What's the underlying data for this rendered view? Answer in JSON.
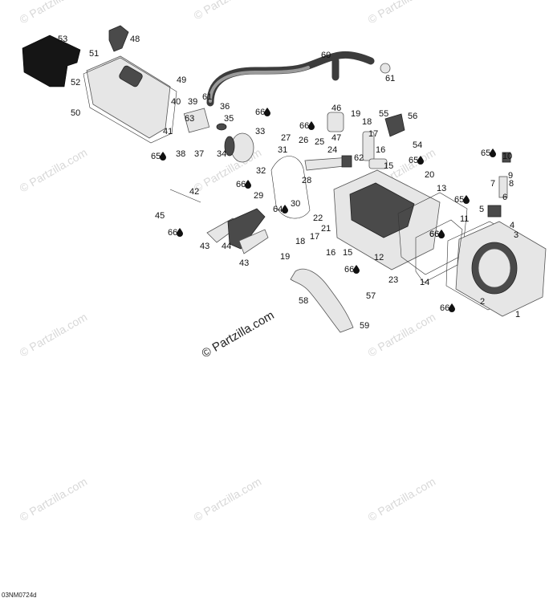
{
  "diagram": {
    "copyright": "© Partzilla.com",
    "watermark": "© Partzilla.com",
    "reference_code": "03NM0724d",
    "callouts": [
      "53",
      "48",
      "51",
      "52",
      "50",
      "49",
      "60",
      "61",
      "40",
      "39",
      "61",
      "36",
      "66",
      "35",
      "63",
      "41",
      "38",
      "37",
      "34",
      "33",
      "65",
      "46",
      "19",
      "55",
      "56",
      "66",
      "18",
      "47",
      "17",
      "54",
      "26",
      "25",
      "24",
      "62",
      "27",
      "31",
      "16",
      "15",
      "65",
      "65",
      "10",
      "32",
      "9",
      "28",
      "20",
      "7",
      "8",
      "66",
      "29",
      "64",
      "30",
      "13",
      "5",
      "6",
      "65",
      "42",
      "22",
      "11",
      "66",
      "21",
      "4",
      "45",
      "66",
      "3",
      "66",
      "18",
      "17",
      "44",
      "43",
      "43",
      "19",
      "16",
      "15",
      "12",
      "14",
      "23",
      "66",
      "2",
      "66",
      "58",
      "57",
      "1",
      "59"
    ]
  }
}
